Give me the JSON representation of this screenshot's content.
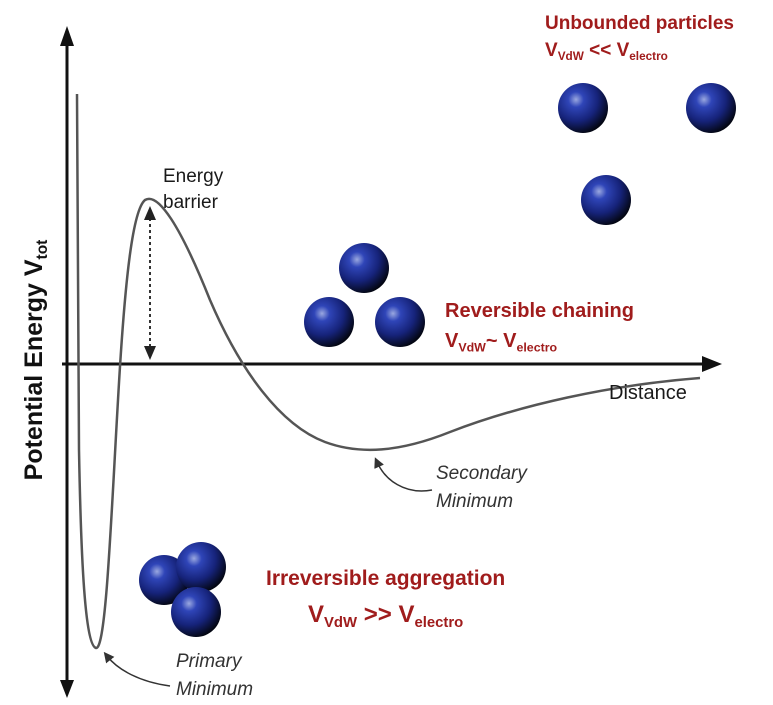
{
  "axes": {
    "y_label": "Potential Energy V",
    "y_label_sub": "tot",
    "x_label": "Distance"
  },
  "annotations": {
    "barrier_line1": "Energy",
    "barrier_line2": "barrier",
    "secondary_line1": "Secondary",
    "secondary_line2": "Minimum",
    "primary_line1": "Primary",
    "primary_line2": "Minimum"
  },
  "states": {
    "unbounded": {
      "title": "Unbounded particles",
      "v1": "V",
      "v1_sub": "VdW",
      "relation": " << ",
      "v2": "V",
      "v2_sub": "electro"
    },
    "chaining": {
      "title": "Reversible chaining",
      "v1": "V",
      "v1_sub": "VdW",
      "relation": "~ ",
      "v2": "V",
      "v2_sub": "electro"
    },
    "aggregation": {
      "title": "Irreversible aggregation",
      "v1": "V",
      "v1_sub": "VdW",
      "relation": " >> ",
      "v2": "V",
      "v2_sub": "electro"
    }
  },
  "colors": {
    "sphere": "#1b2f8c",
    "sphere_dark": "#030612",
    "sphere_highlight": "#9aa8e0",
    "curve": "#555555",
    "label_red": "#a01c1c"
  }
}
